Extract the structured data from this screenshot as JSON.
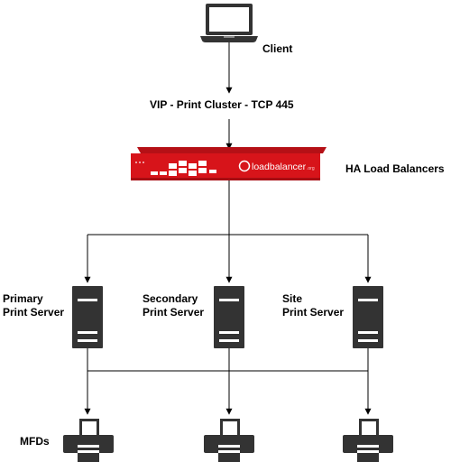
{
  "client": {
    "label": "Client"
  },
  "vip": {
    "label": "VIP - Print Cluster - TCP 445"
  },
  "load_balancer": {
    "label": "HA Load Balancers",
    "brand": "loadbalancer",
    "brand_suffix": ".org",
    "color": "#d7141a"
  },
  "servers": [
    {
      "label_line1": "Primary",
      "label_line2": "Print Server"
    },
    {
      "label_line1": "Secondary",
      "label_line2": "Print Server"
    },
    {
      "label_line1": "Site",
      "label_line2": "Print Server"
    }
  ],
  "mfds": {
    "label": "MFDs"
  },
  "colors": {
    "device": "#333333",
    "line": "#000000"
  }
}
